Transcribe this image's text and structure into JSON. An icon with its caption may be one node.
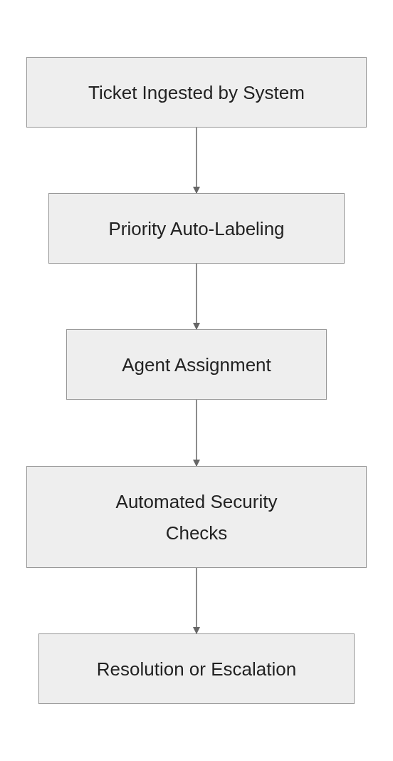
{
  "diagram": {
    "nodes": [
      {
        "text": [
          "Ticket Ingested by System"
        ]
      },
      {
        "text": [
          "Priority Auto-Labeling"
        ]
      },
      {
        "text": [
          "Agent Assignment"
        ]
      },
      {
        "text": [
          "Automated Security Checks"
        ]
      },
      {
        "text": [
          "Resolution or Escalation"
        ]
      }
    ],
    "edges": [
      {
        "from": 0,
        "to": 1,
        "arrow": "to"
      },
      {
        "from": 1,
        "to": 2,
        "arrow": "to"
      },
      {
        "from": 2,
        "to": 3,
        "arrow": "to"
      },
      {
        "from": 3,
        "to": 4,
        "arrow": "to"
      }
    ]
  }
}
